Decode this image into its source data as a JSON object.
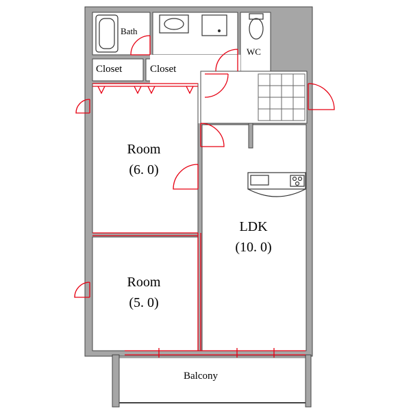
{
  "floorplan": {
    "rooms": {
      "bath": {
        "label": "Bath"
      },
      "wc": {
        "label": "WC"
      },
      "closet_left": {
        "label": "Closet"
      },
      "closet_right": {
        "label": "Closet"
      },
      "room_upper": {
        "label": "Room",
        "size": "(6. 0)"
      },
      "room_lower": {
        "label": "Room",
        "size": "(5. 0)"
      },
      "ldk": {
        "label": "LDK",
        "size": "(10. 0)"
      },
      "balcony": {
        "label": "Balcony"
      }
    },
    "colors": {
      "wall": "#a6a6a6",
      "wall_outline": "#444444",
      "door": "#e60012",
      "fixture": "#333333",
      "floor": "#ffffff"
    }
  }
}
